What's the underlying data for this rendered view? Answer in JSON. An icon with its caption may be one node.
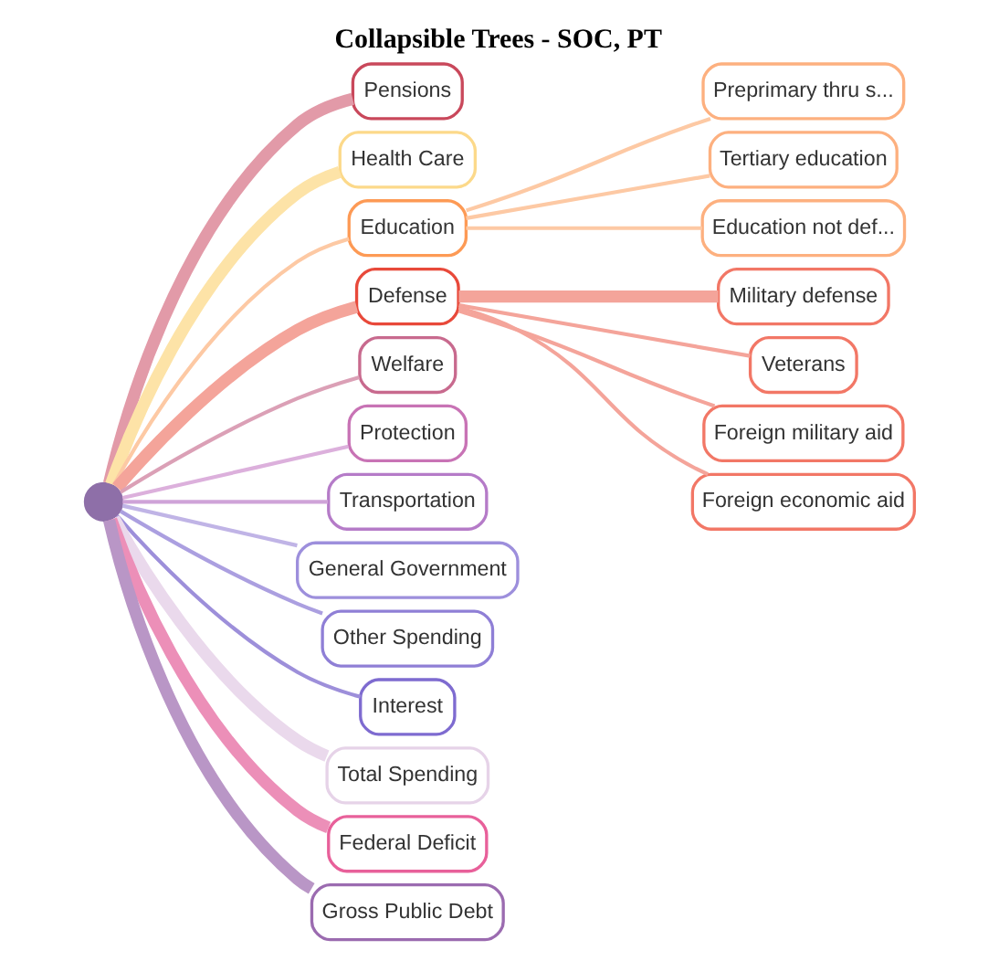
{
  "diagram": {
    "title": "Collapsible Trees - SOC, PT",
    "nodes": [
      {
        "text": [],
        "shape": "circle"
      },
      {
        "text": [
          "Pensions"
        ]
      },
      {
        "text": [
          "Health Care"
        ]
      },
      {
        "text": [
          "Education"
        ]
      },
      {
        "text": [
          "Preprimary thru s..."
        ]
      },
      {
        "text": [
          "Tertiary education"
        ]
      },
      {
        "text": [
          "Education not def..."
        ]
      },
      {
        "text": [
          "Defense"
        ]
      },
      {
        "text": [
          "Military defense"
        ]
      },
      {
        "text": [
          "Veterans"
        ]
      },
      {
        "text": [
          "Foreign military aid"
        ]
      },
      {
        "text": [
          "Foreign economic aid"
        ]
      },
      {
        "text": [
          "Welfare"
        ]
      },
      {
        "text": [
          "Protection"
        ]
      },
      {
        "text": [
          "Transportation"
        ]
      },
      {
        "text": [
          "General Government"
        ]
      },
      {
        "text": [
          "Other Spending"
        ]
      },
      {
        "text": [
          "Interest"
        ]
      },
      {
        "text": [
          "Total Spending"
        ]
      },
      {
        "text": [
          "Federal Deficit"
        ]
      },
      {
        "text": [
          "Gross Public Debt"
        ]
      }
    ],
    "edges": [
      {
        "from": 0,
        "to": 1,
        "arrow": "none",
        "color": "#e29aa8",
        "style": "thick"
      },
      {
        "from": 0,
        "to": 2,
        "arrow": "none",
        "color": "#fde3a7",
        "style": "thick"
      },
      {
        "from": 0,
        "to": 3,
        "arrow": "none",
        "color": "#fdc9a4"
      },
      {
        "from": 3,
        "to": 4,
        "arrow": "none",
        "color": "#fdc9a4"
      },
      {
        "from": 3,
        "to": 5,
        "arrow": "none",
        "color": "#fdc9a4"
      },
      {
        "from": 3,
        "to": 6,
        "arrow": "none",
        "color": "#fdc9a4"
      },
      {
        "from": 0,
        "to": 7,
        "arrow": "none",
        "color": "#f4a49a",
        "style": "thick"
      },
      {
        "from": 7,
        "to": 8,
        "arrow": "none",
        "color": "#f4a49a",
        "style": "thick"
      },
      {
        "from": 7,
        "to": 9,
        "arrow": "none",
        "color": "#f4a49a"
      },
      {
        "from": 7,
        "to": 10,
        "arrow": "none",
        "color": "#f4a49a"
      },
      {
        "from": 7,
        "to": 11,
        "arrow": "none",
        "color": "#f4a49a"
      },
      {
        "from": 0,
        "to": 12,
        "arrow": "none",
        "color": "#dba0b6"
      },
      {
        "from": 0,
        "to": 13,
        "arrow": "none",
        "color": "#dcb0dc"
      },
      {
        "from": 0,
        "to": 14,
        "arrow": "none",
        "color": "#cfa3d8"
      },
      {
        "from": 0,
        "to": 15,
        "arrow": "none",
        "color": "#c0b4e6"
      },
      {
        "from": 0,
        "to": 16,
        "arrow": "none",
        "color": "#ab9fe0"
      },
      {
        "from": 0,
        "to": 17,
        "arrow": "none",
        "color": "#9d8fda"
      },
      {
        "from": 0,
        "to": 18,
        "arrow": "none",
        "color": "#ead9ec",
        "style": "thick"
      },
      {
        "from": 0,
        "to": 19,
        "arrow": "none",
        "color": "#ec8fb8",
        "style": "thick"
      },
      {
        "from": 0,
        "to": 20,
        "arrow": "none",
        "color": "#b996c6",
        "style": "thick"
      }
    ]
  }
}
